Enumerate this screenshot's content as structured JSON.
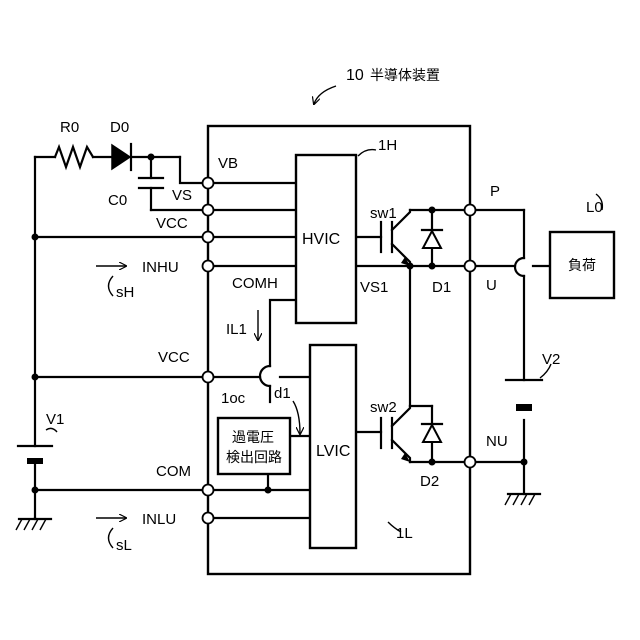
{
  "labels": {
    "device_number": "10",
    "device_name": "半導体装置",
    "hvic_ref": "1H",
    "lvic_ref": "1L",
    "hvic": "HVIC",
    "lvic": "LVIC",
    "r0": "R0",
    "d0": "D0",
    "c0": "C0",
    "vb": "VB",
    "vs": "VS",
    "vcc_top": "VCC",
    "inhu": "INHU",
    "sh": "sH",
    "comh": "COMH",
    "vs1": "VS1",
    "il1": "IL1",
    "vcc_mid": "VCC",
    "oc_ref": "1oc",
    "d1_sig": "d1",
    "oc_line1": "過電圧",
    "oc_line2": "検出回路",
    "com": "COM",
    "inlu": "INLU",
    "sl": "sL",
    "v1": "V1",
    "sw1": "sw1",
    "sw2": "sw2",
    "diode_d1": "D1",
    "diode_d2": "D2",
    "p": "P",
    "u": "U",
    "nu": "NU",
    "l0": "L0",
    "load": "負荷",
    "v2": "V2"
  }
}
